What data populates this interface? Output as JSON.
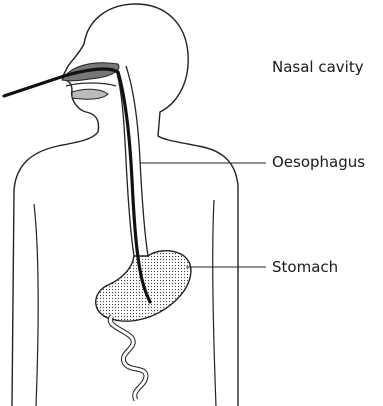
{
  "labels": {
    "nasal_cavity": "Nasal cavity",
    "oesophagus": "Oesophagus",
    "stomach": "Stomach"
  }
}
